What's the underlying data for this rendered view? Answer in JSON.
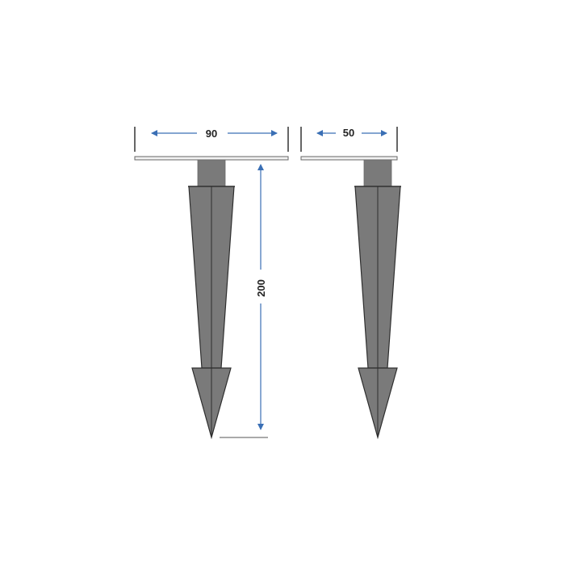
{
  "dimensions": {
    "left_width": "90",
    "right_width": "50",
    "height": "200"
  },
  "colors": {
    "stake_fill": "#7a7a7a",
    "stake_stroke": "#2e2e2e",
    "plate_fill": "#f2f2f2",
    "plate_stroke": "#666666",
    "arrow": "#3a6fb5",
    "extension_line": "#000000",
    "ground_line": "#555555"
  }
}
